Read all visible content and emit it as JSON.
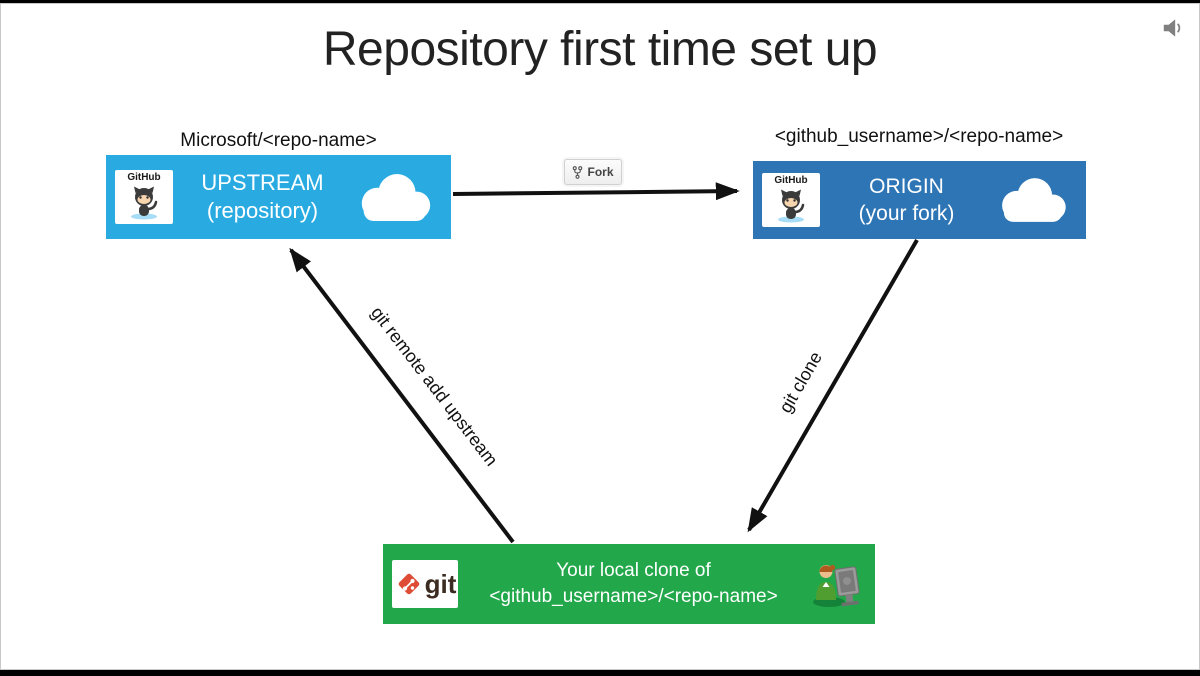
{
  "slide": {
    "title": "Repository first time set up",
    "audio_icon": "speaker-icon"
  },
  "boxes": {
    "upstream": {
      "label_above": "Microsoft/<repo-name>",
      "title": "UPSTREAM",
      "subtitle": "(repository)",
      "logo": "GitHub",
      "color": "#29ABE2",
      "cloud_icon": "cloud-icon"
    },
    "origin": {
      "label_above": "<github_username>/<repo-name>",
      "title": "ORIGIN",
      "subtitle": "(your fork)",
      "logo": "GitHub",
      "color": "#2E75B6",
      "cloud_icon": "cloud-icon"
    },
    "local": {
      "title": "Your local clone of",
      "subtitle": "<github_username>/<repo-name>",
      "logo": "git",
      "color": "#22A84A",
      "git_diamond_color": "#DE4C36",
      "person_icon": "person-at-computer-icon"
    }
  },
  "edges": {
    "fork": {
      "button_label": "Fork"
    },
    "clone": {
      "label": "git clone"
    },
    "remote": {
      "label": "git remote add upstream"
    }
  }
}
